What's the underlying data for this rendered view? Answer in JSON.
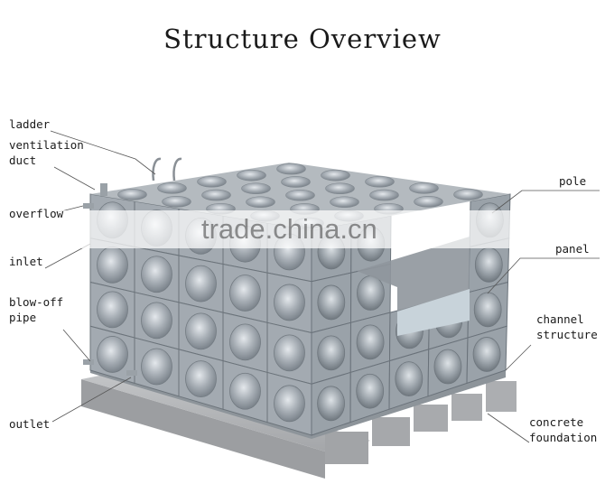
{
  "title": "Structure Overview",
  "labels": {
    "ladder": "ladder",
    "ventilation_1": "ventilation",
    "ventilation_2": "duct",
    "overflow": "overflow",
    "inlet": "inlet",
    "blowoff_1": "blow-off",
    "blowoff_2": "pipe",
    "outlet": "outlet",
    "pole": "pole",
    "panel": "panel",
    "channel_1": "channel",
    "channel_2": "structure",
    "concrete_1": "concrete",
    "concrete_2": "foundation"
  },
  "watermark": "trade.china.cn",
  "colors": {
    "panel_light": "#c9ced3",
    "panel_mid": "#9aa2a9",
    "panel_dark": "#6f777e",
    "concrete": "#a9abae",
    "leader": "#555555"
  }
}
